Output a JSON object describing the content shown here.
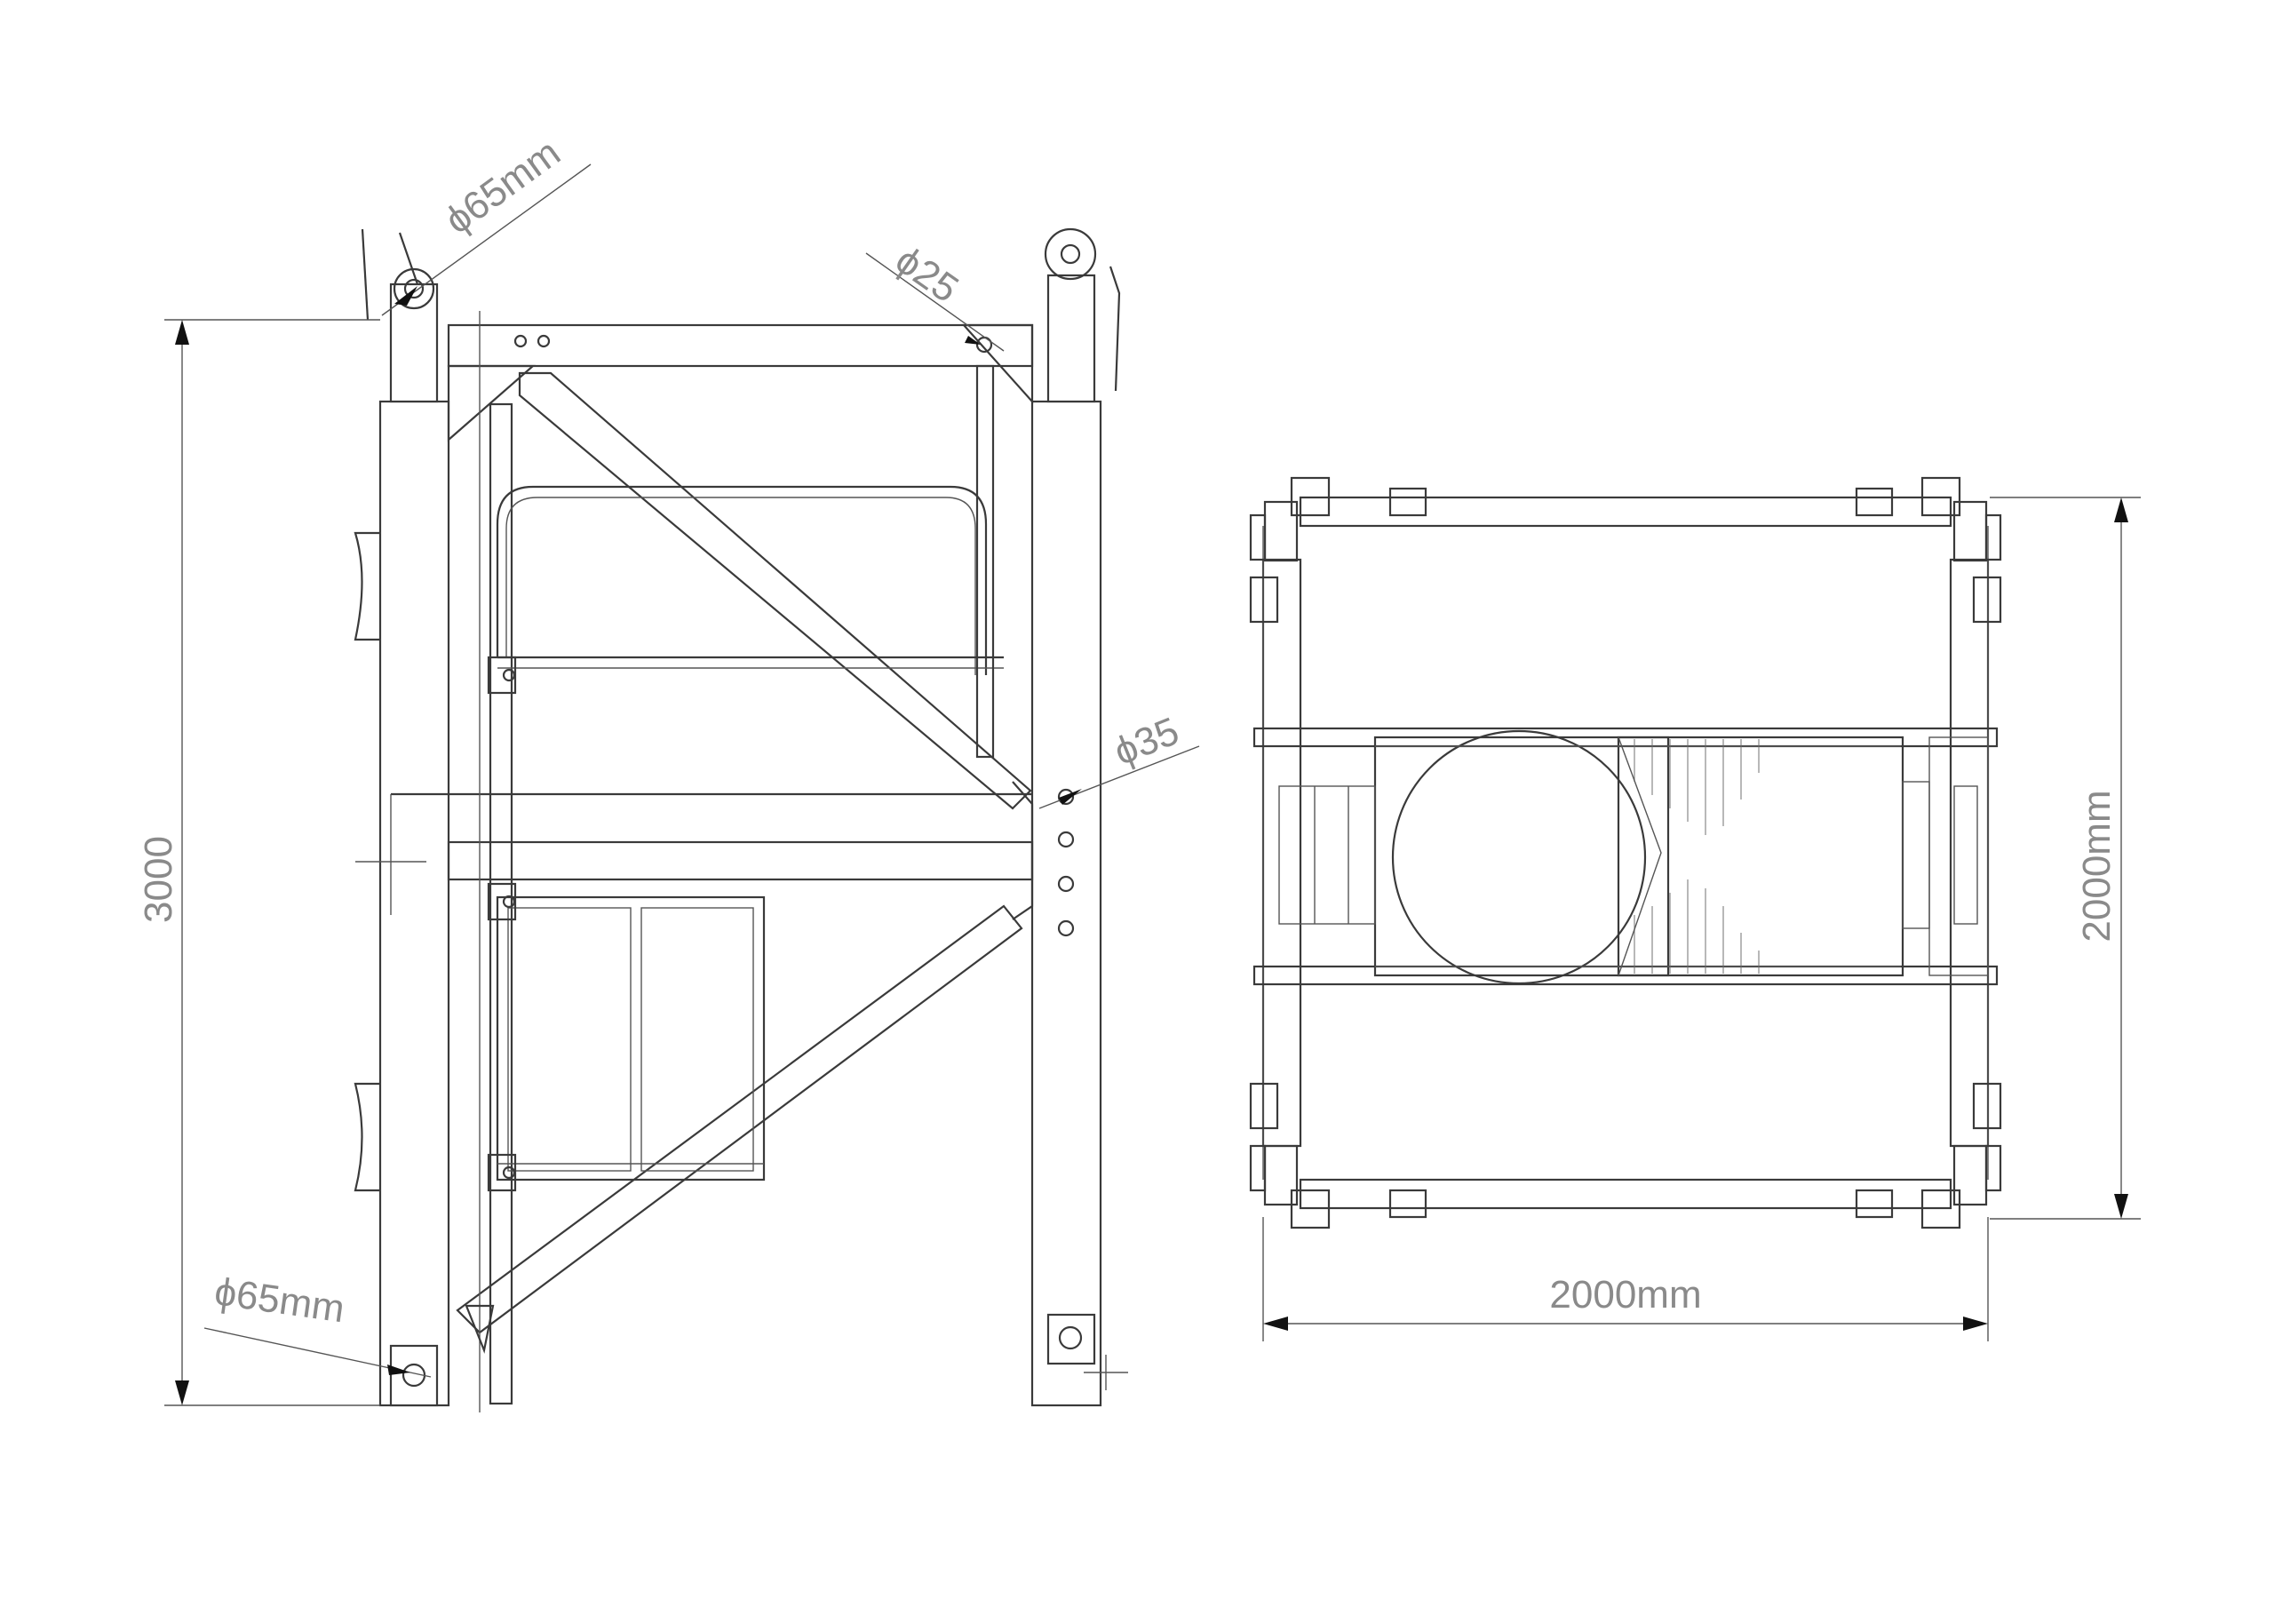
{
  "colors": {
    "line": "#3a3a3a",
    "dim_text": "#8a8a8a",
    "background": "#ffffff"
  },
  "side_view": {
    "height_dim": "3000",
    "pin_top": "ϕ65mm",
    "pin_bottom": "ϕ65mm",
    "hole_top_right": "ϕ25",
    "hole_mid_right": "ϕ35"
  },
  "top_view": {
    "width_dim": "2000mm",
    "depth_dim": "2000mm"
  }
}
